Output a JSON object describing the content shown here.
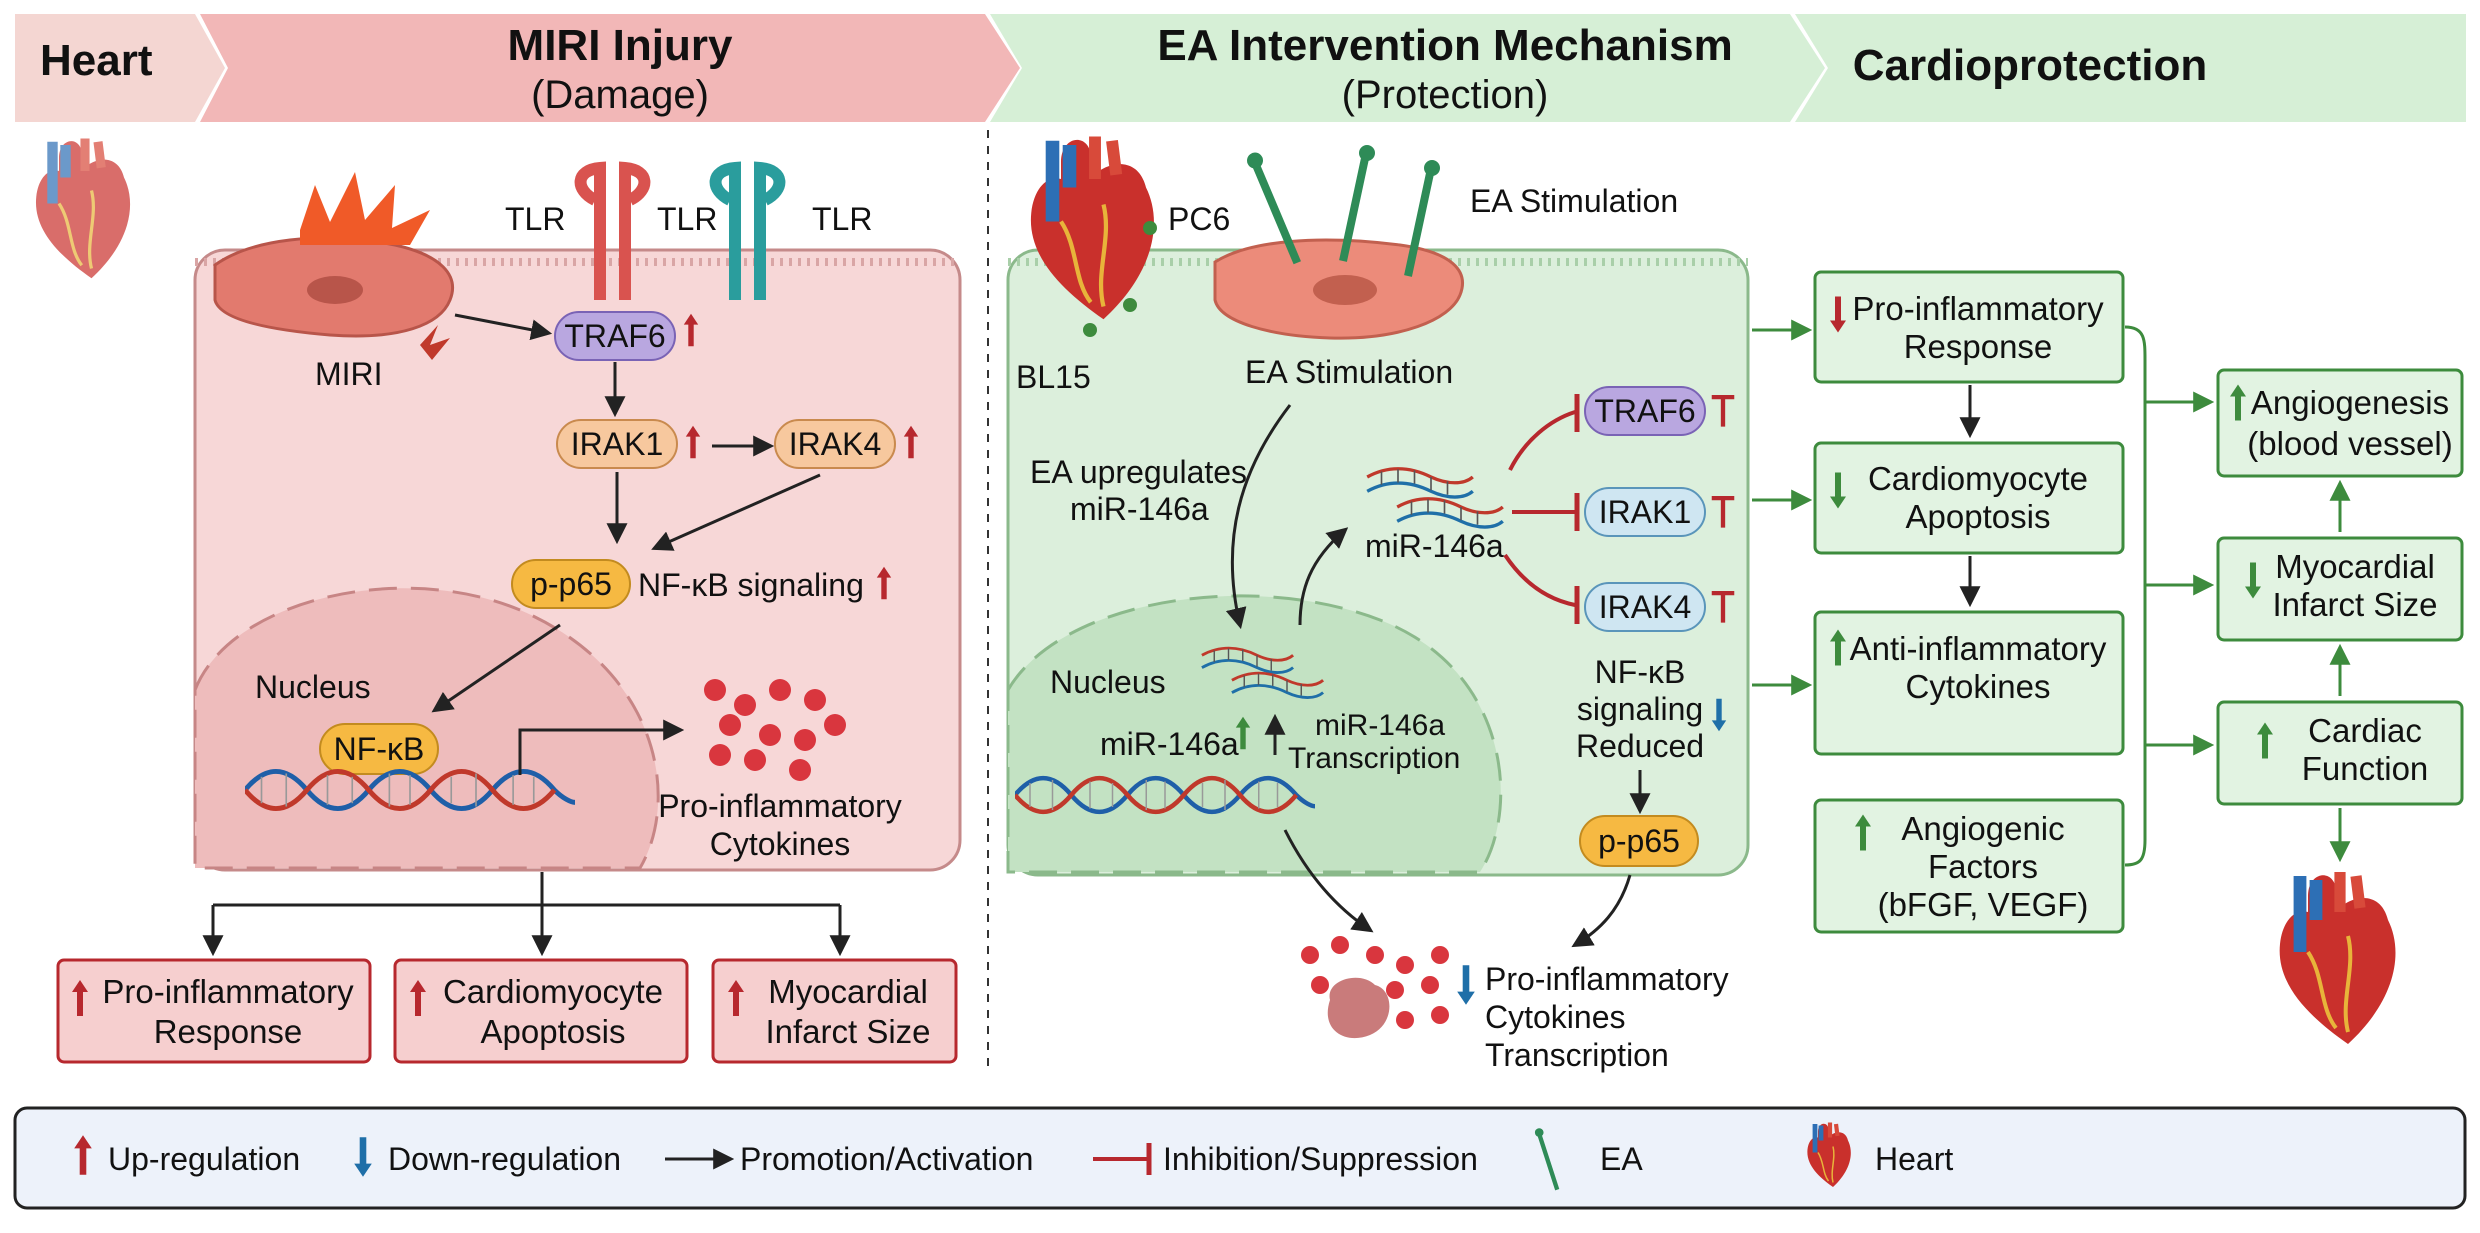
{
  "banner": {
    "heart": "Heart",
    "miri_title": "MIRI Injury",
    "miri_sub": "(Damage)",
    "ea_title": "EA Intervention Mechanism",
    "ea_sub": "(Protection)",
    "cardio_title": "Cardioprotection"
  },
  "miri": {
    "tlr1": "TLR",
    "tlr2": "TLR",
    "tlr3": "TLR",
    "miri_label": "MIRI",
    "traf6": "TRAF6",
    "irak1": "IRAK1",
    "irak4": "IRAK4",
    "pp65": "p-p65",
    "nfkb_signaling": "NF-κB signaling",
    "nucleus": "Nucleus",
    "nfkb": "NF-κB",
    "cytokines_1": "Pro-inflammatory",
    "cytokines_2": "Cytokines",
    "outcomes": [
      {
        "line1": "Pro-inflammatory",
        "line2": "Response"
      },
      {
        "line1": "Cardiomyocyte",
        "line2": "Apoptosis"
      },
      {
        "line1": "Myocardial",
        "line2": "Infarct Size"
      }
    ]
  },
  "ea": {
    "pc6": "PC6",
    "bl15": "BL15",
    "stim_top": "EA Stimulation",
    "stim_cell": "EA Stimulation",
    "upreg_1": "EA upregulates",
    "upreg_2": "miR-146a",
    "mir_top": "miR-146a",
    "traf6": "TRAF6",
    "irak1": "IRAK1",
    "irak4": "IRAK4",
    "nfkb_1": "NF-κB",
    "nfkb_2": "signaling",
    "nfkb_3": "Reduced",
    "pp65": "p-p65",
    "nucleus": "Nucleus",
    "mir_nuc": "miR-146a",
    "mir_tx_1": "miR-146a",
    "mir_tx_2": "Transcription",
    "down_1": "Pro-inflammatory",
    "down_2": "Cytokines",
    "down_3": "Transcription"
  },
  "cardio": {
    "boxes": [
      {
        "line1": "Pro-inflammatory",
        "line2": "Response"
      },
      {
        "line1": "Cardiomyocyte",
        "line2": "Apoptosis"
      },
      {
        "line1": "Anti-inflammatory",
        "line2": "Cytokines"
      },
      {
        "line1": "Angiogenic",
        "line2": "Factors",
        "line3": "(bFGF, VEGF)"
      }
    ],
    "right": [
      {
        "line1": "Angiogenesis",
        "line2": "(blood vessel)"
      },
      {
        "line1": "Myocardial",
        "line2": "Infarct Size"
      },
      {
        "line1": "Cardiac",
        "line2": "Function"
      }
    ]
  },
  "legend": {
    "up": "Up-regulation",
    "down": "Down-regulation",
    "promotion": "Promotion/Activation",
    "inhibition": "Inhibition/Suppression",
    "ea": "EA",
    "heart": "Heart"
  },
  "colors": {
    "up": "#b7282e",
    "down": "#1f6fa8",
    "green": "#3d8b3d",
    "miri_panel": "#f7d7d7",
    "ea_panel": "#dcefdc"
  }
}
